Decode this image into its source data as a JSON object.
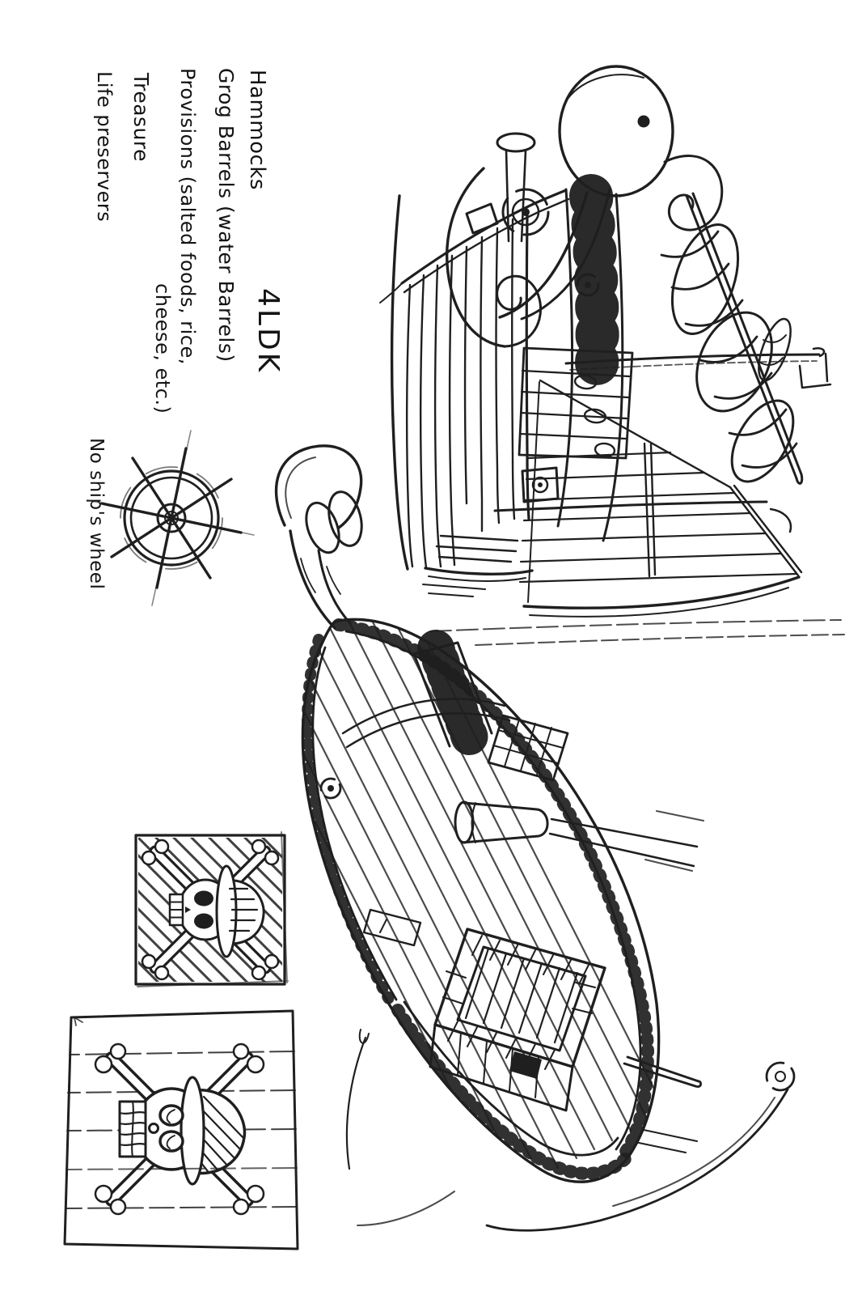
{
  "colors": {
    "paper": "#ffffff",
    "ink": "#1f1f1f"
  },
  "labels": {
    "supply": [
      "Hammocks",
      "Grog Barrels (water Barrels)",
      "Provisions (salted foods, rice,",
      "cheese, etc.)",
      "Treasure",
      "Life preservers"
    ],
    "room": "4LDK",
    "wheel": "No ship's wheel"
  },
  "sketches": {
    "side_ship": "ship side view sketch",
    "deck_ship": "ship deck perspective sketch",
    "flag": "jolly roger flag sketch",
    "sail": "main sail with jolly roger sketch",
    "wheel": "ship's wheel sketch"
  }
}
